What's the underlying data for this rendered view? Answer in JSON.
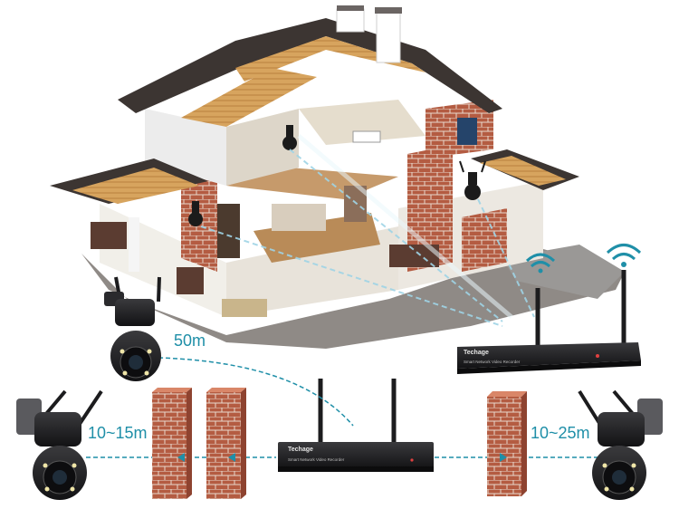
{
  "distances": {
    "outdoor": "50m",
    "left": "10~15m",
    "right": "10~25m"
  },
  "nvr": {
    "brand": "Techage",
    "subtitle": "Smart Network Video Recorder"
  },
  "colors": {
    "label": "#1f8fa8",
    "signal": "#1f8fa8",
    "roof": "#3b3532",
    "brick": "#b25a3f",
    "device": "#1c1c1e"
  },
  "icons": [
    "wifi-icon",
    "wifi-icon",
    "camera-icon",
    "brick-wall-icon",
    "nvr-icon"
  ]
}
